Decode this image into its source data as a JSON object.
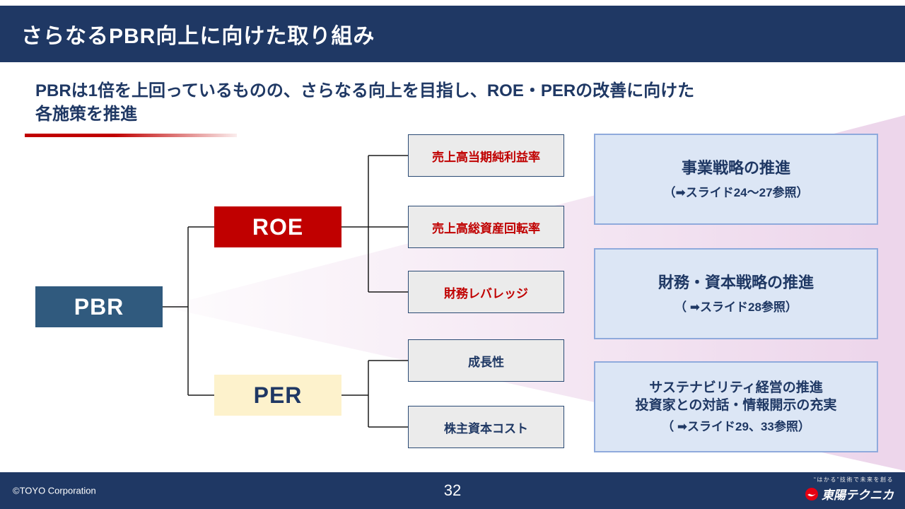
{
  "slide": {
    "title": "さらなるPBR向上に向けた取り組み",
    "subtitle_line1": "PBRは1倍を上回っているものの、さらなる向上を目指し、ROE・PERの改善に向けた",
    "subtitle_line2": "各施策を推進"
  },
  "diagram": {
    "pbr_label": "PBR",
    "roe_label": "ROE",
    "per_label": "PER",
    "roe_components": [
      "売上高当期純利益率",
      "売上高総資産回転率",
      "財務レバレッジ"
    ],
    "per_components": [
      "成長性",
      "株主資本コスト"
    ],
    "actions": [
      {
        "title": "事業戦略の推進",
        "ref": "（➡スライド24～27参照）"
      },
      {
        "title": "財務・資本戦略の推進",
        "ref": "（ ➡スライド28参照）"
      },
      {
        "title": "サステナビリティ経営の推進",
        "title2": "投資家との対話・情報開示の充実",
        "ref": "（ ➡スライド29、33参照）"
      }
    ]
  },
  "footer": {
    "copyright": "©TOYO Corporation",
    "page_number": "32",
    "logo_tagline": "“はかる”技術で未来を創る",
    "logo_text": "東陽テクニカ"
  },
  "colors": {
    "navy": "#1f3864",
    "red": "#c00000",
    "pbr_blue": "#305a7e",
    "per_cream": "#fdf2cc",
    "component_gray": "#ebebeb",
    "action_blue": "#dce6f5",
    "action_border": "#8faadc",
    "logo_red": "#e60012"
  }
}
